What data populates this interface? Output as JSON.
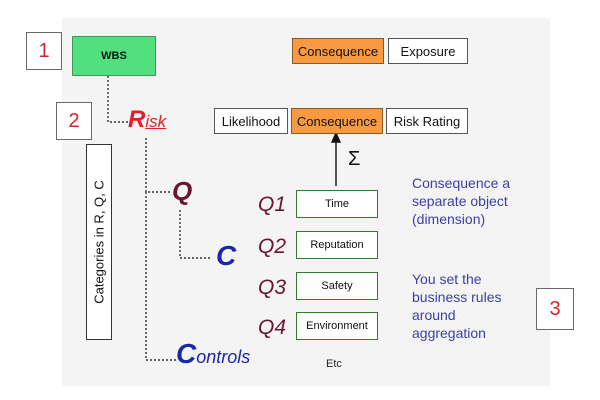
{
  "badges": {
    "one": "1",
    "two": "2",
    "three": "3"
  },
  "wbs_label": "WBS",
  "top_headers": {
    "consequence": "Consequence",
    "exposure": "Exposure"
  },
  "rating_headers": {
    "likelihood": "Likelihood",
    "consequence": "Consequence",
    "risk_rating": "Risk Rating"
  },
  "sum_symbol": "Σ",
  "risk": {
    "first": "R",
    "rest": "isk"
  },
  "q_letter": "Q",
  "c_letter": "C",
  "controls": {
    "first": "C",
    "rest": "ontrols"
  },
  "categories_label": "Categories in R, Q, C",
  "dimensions": [
    {
      "code": "Q1",
      "label": "Time"
    },
    {
      "code": "Q2",
      "label": "Reputation"
    },
    {
      "code": "Q3",
      "label": "Safety"
    },
    {
      "code": "Q4",
      "label": "Environment"
    }
  ],
  "etc_label": "Etc",
  "notes": {
    "consequence": "Consequence a separate object (dimension)",
    "business_rules": "You set the business rules around aggregation"
  },
  "colors": {
    "wbs_green": "#52e07f",
    "consequence_orange": "#f79a42",
    "risk_red": "#e21f26",
    "maroon": "#6a1432",
    "blue": "#1a28a6",
    "note_blue": "#3b3fa8",
    "badge_red": "#d4262a"
  }
}
